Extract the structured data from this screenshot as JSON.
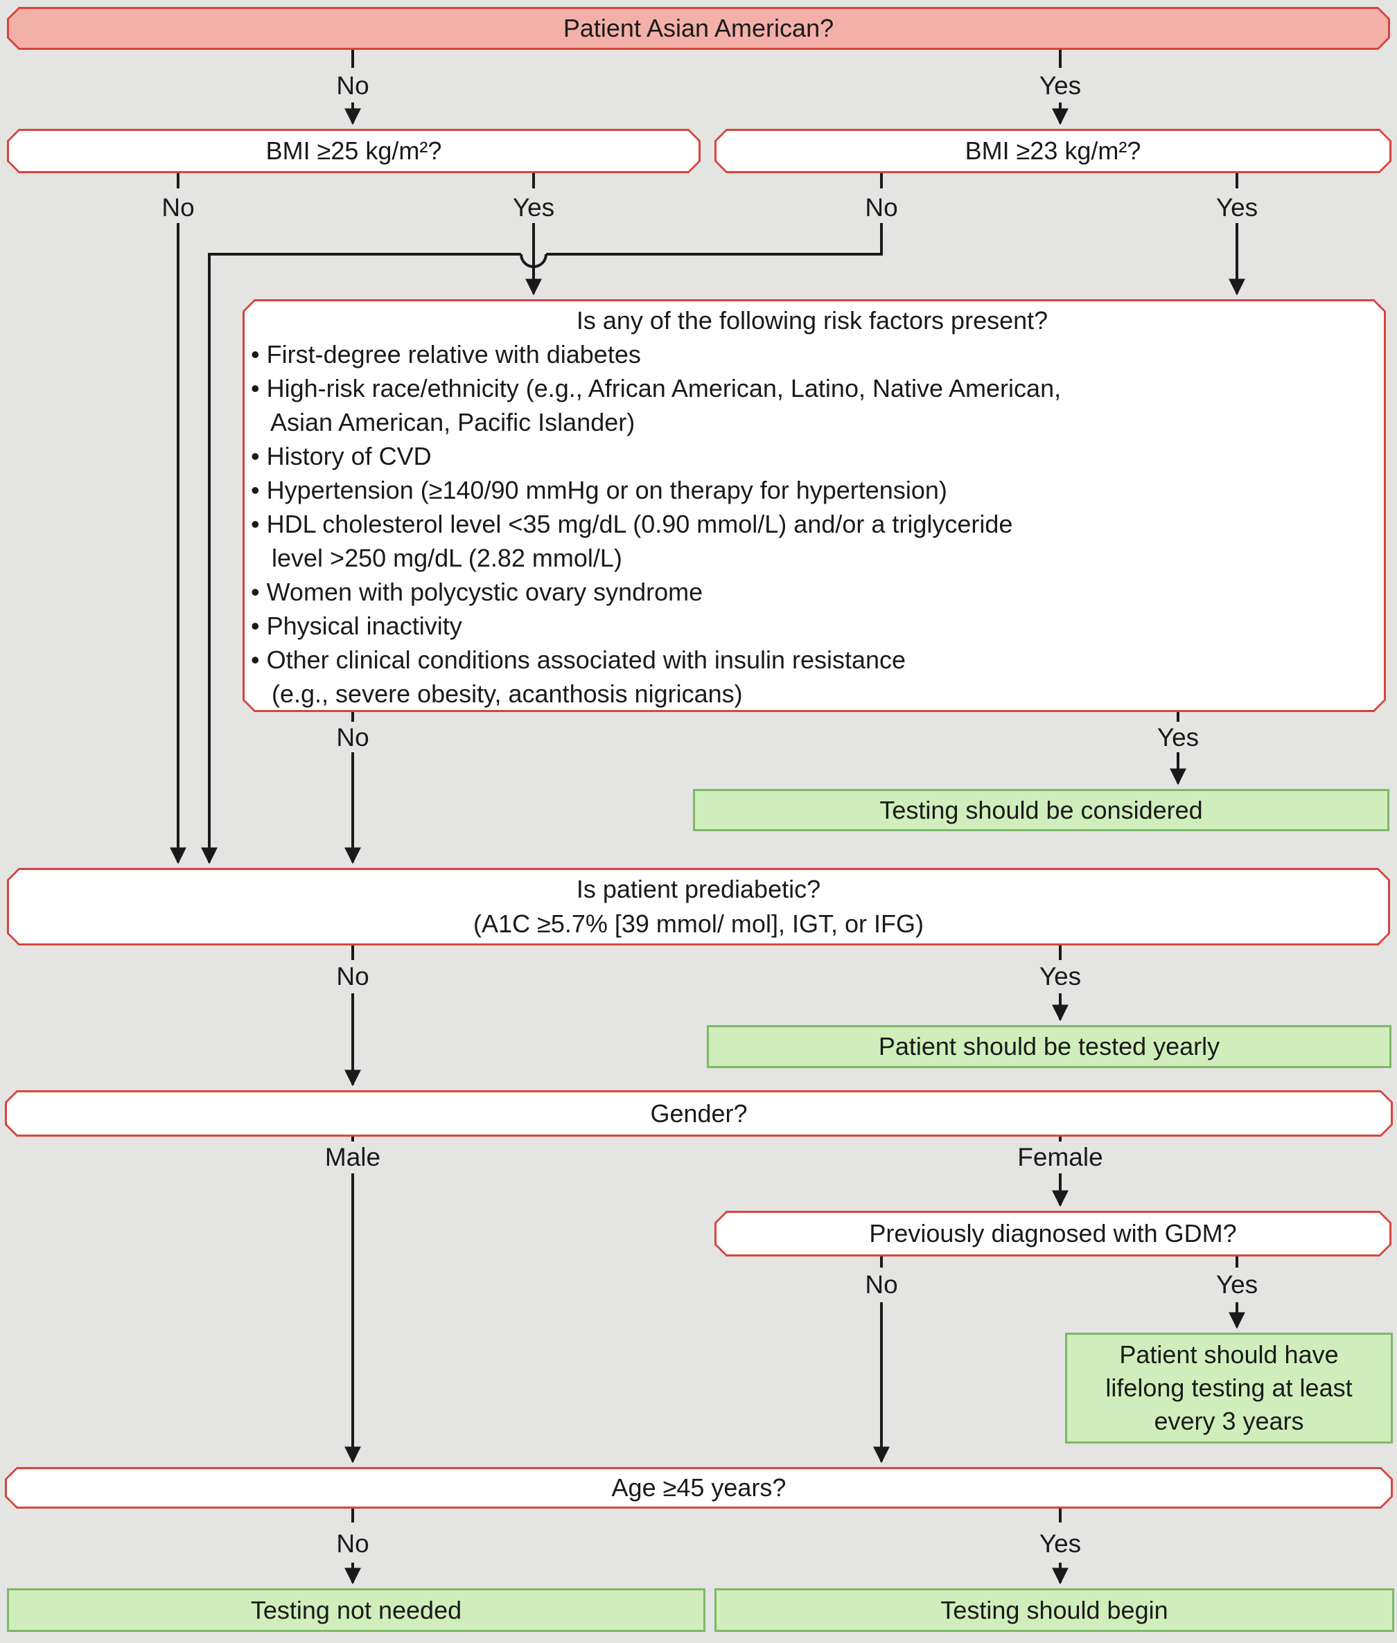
{
  "palette": {
    "background": "#e4e4e3",
    "question_border": "#d8443d",
    "question_fill_top": "#f3b0a9",
    "question_fill": "#ffffff",
    "result_fill": "#cfeebb",
    "result_border": "#7eb868",
    "line_color": "#1a1a1a"
  },
  "nodes": {
    "asian": "Patient Asian American?",
    "bmi25": "BMI ≥25 kg/m²?",
    "bmi23": "BMI ≥23 kg/m²?",
    "risk": {
      "title": "Is any of the following risk factors present?",
      "lines": [
        "• First-degree relative with diabetes",
        "• High-risk race/ethnicity (e.g., African American, Latino, Native American,",
        "   Asian American, Pacific Islander)",
        "• History of CVD",
        "• Hypertension (≥140/90 mmHg or on therapy for hypertension)",
        "• HDL cholesterol level <35 mg/dL (0.90 mmol/L) and/or a triglyceride",
        "   level >250 mg/dL (2.82 mmol/L)",
        "• Women with polycystic ovary syndrome",
        "• Physical inactivity",
        "• Other clinical conditions associated with insulin resistance",
        "   (e.g., severe obesity, acanthosis nigricans)"
      ]
    },
    "prediabetic": {
      "line1": "Is patient prediabetic?",
      "line2": "(A1C ≥5.7% [39 mmol/ mol], IGT, or IFG)"
    },
    "gender": "Gender?",
    "gdm": "Previously diagnosed with GDM?",
    "age": "Age ≥45 years?"
  },
  "results": {
    "considered": "Testing should be considered",
    "yearly": "Patient should be tested yearly",
    "lifelong": [
      "Patient should have",
      "lifelong testing at least",
      "every 3 years"
    ],
    "not_needed": "Testing not needed",
    "begin": "Testing should begin"
  },
  "edges": {
    "asian_no": "No",
    "asian_yes": "Yes",
    "bmi25_no": "No",
    "bmi25_yes": "Yes",
    "bmi23_no": "No",
    "bmi23_yes": "Yes",
    "risk_no": "No",
    "risk_yes": "Yes",
    "pre_no": "No",
    "pre_yes": "Yes",
    "gender_male": "Male",
    "gender_female": "Female",
    "gdm_no": "No",
    "gdm_yes": "Yes",
    "age_no": "No",
    "age_yes": "Yes"
  }
}
